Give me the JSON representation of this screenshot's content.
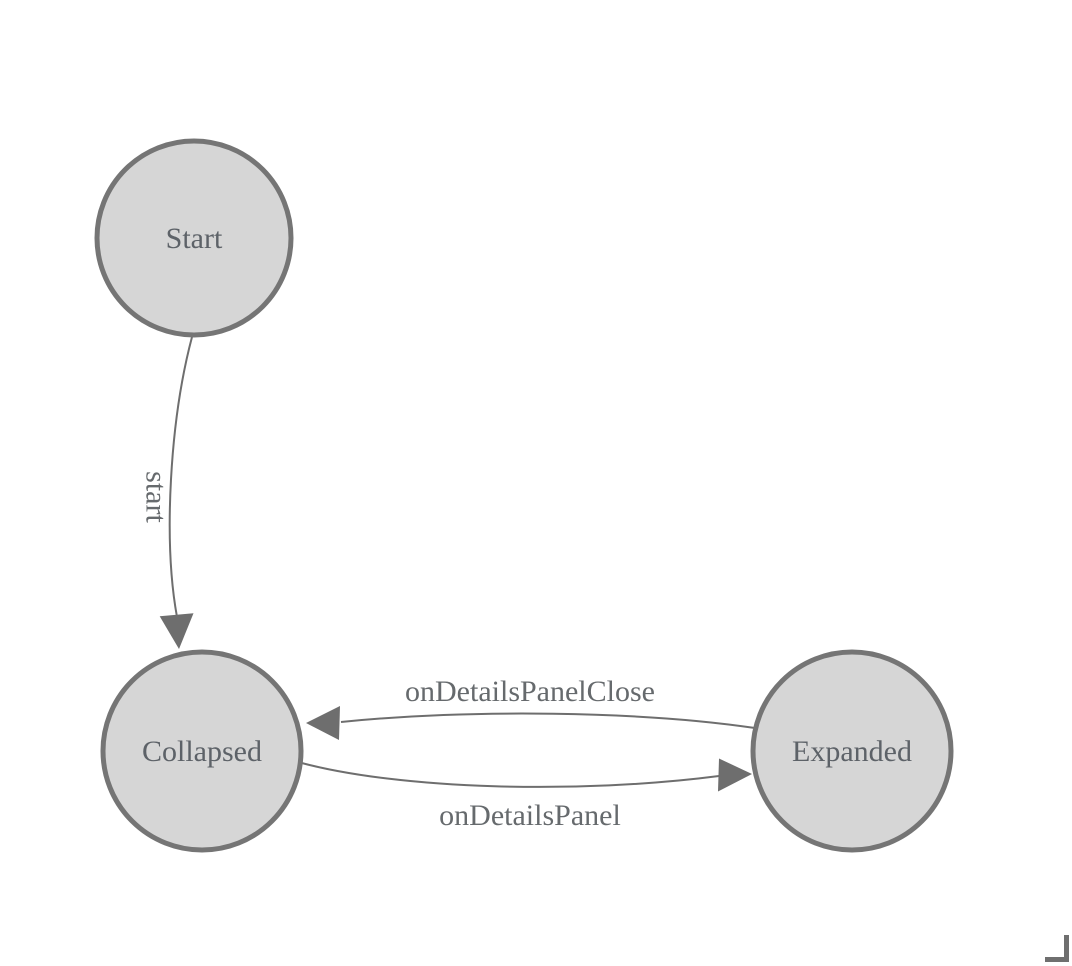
{
  "diagram": {
    "type": "state-machine",
    "nodes": [
      {
        "id": "start",
        "label": "Start"
      },
      {
        "id": "collapsed",
        "label": "Collapsed"
      },
      {
        "id": "expanded",
        "label": "Expanded"
      }
    ],
    "edges": [
      {
        "from": "start",
        "to": "collapsed",
        "label": "start"
      },
      {
        "from": "collapsed",
        "to": "expanded",
        "label": "onDetailsPanel"
      },
      {
        "from": "expanded",
        "to": "collapsed",
        "label": "onDetailsPanelClose"
      }
    ]
  },
  "colors": {
    "background": "#ffffff",
    "node_fill": "#d6d6d6",
    "node_stroke": "#757575",
    "edge_line": "#6e6e6e",
    "arrowhead": "#6e6e6e",
    "node_text": "#5d6268",
    "edge_text": "#666a6d",
    "corner_mark": "#6f6f6f"
  }
}
